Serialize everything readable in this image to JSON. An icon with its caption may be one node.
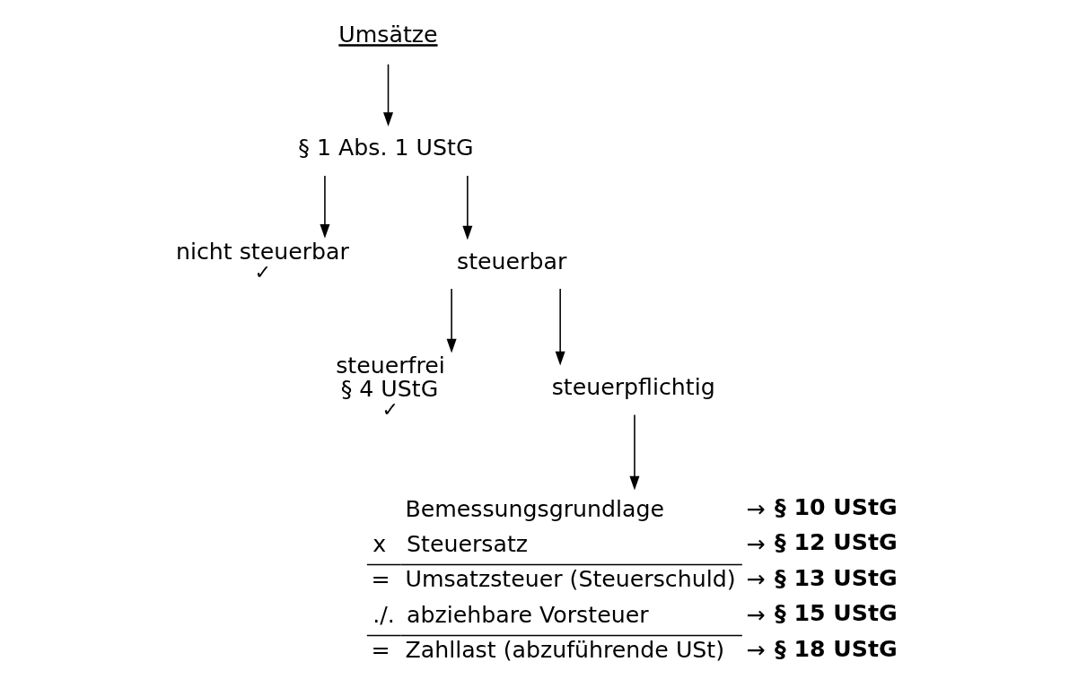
{
  "diagram": {
    "nodes": [
      {
        "text": [
          "Umsätze"
        ]
      },
      {
        "text": [
          "§ 1 Abs. 1 UStG"
        ]
      },
      {
        "text": [
          "nicht steuerbar"
        ],
        "beside": [
          "✓"
        ]
      },
      {
        "text": [
          "steuerbar"
        ]
      },
      {
        "text": [
          "steuerfrei",
          "§ 4 UStG"
        ],
        "beside": [
          "✓"
        ]
      },
      {
        "text": [
          "steuerpflichtig"
        ]
      }
    ],
    "edges": [
      {
        "from": 0,
        "to": 1,
        "arrow": "to"
      },
      {
        "from": 1,
        "to": 2,
        "arrow": "to"
      },
      {
        "from": 1,
        "to": 3,
        "arrow": "to"
      },
      {
        "from": 3,
        "to": 4,
        "arrow": "to"
      },
      {
        "from": 3,
        "to": 5,
        "arrow": "to"
      },
      {
        "from": 5,
        "to": null,
        "arrow": "to"
      }
    ],
    "labels": [
      "Bemessungsgrundlage",
      "→",
      "§ 10 UStG",
      "x",
      "Steuersatz",
      "→",
      "§ 12 UStG",
      "=",
      "Umsatzsteuer (Steuerschuld)",
      "→",
      "§ 13 UStG",
      "./.",
      "abziehbare Vorsteuer",
      "→",
      "§ 15 UStG",
      "=",
      "Zahllast (abzuführende USt)",
      "→",
      "§ 18 UStG"
    ]
  }
}
